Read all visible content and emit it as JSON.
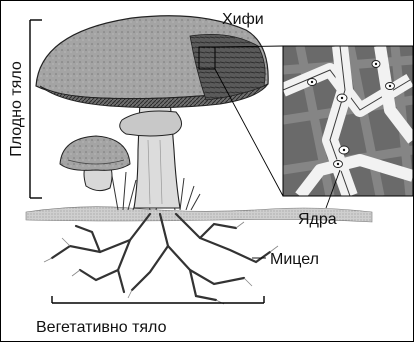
{
  "labels": {
    "hyphae": "Хифи",
    "fruiting_body": "Плодно тяло",
    "nuclei": "Ядра",
    "mycelium": "Мицел",
    "vegetative_body": "Вегетативно тяло"
  }
}
